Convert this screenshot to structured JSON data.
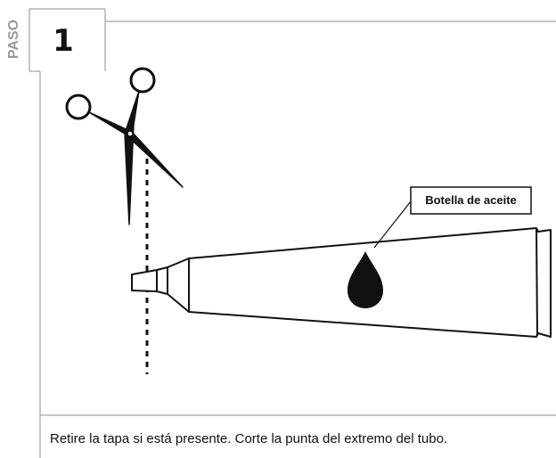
{
  "step": {
    "side_label": "PASO",
    "number": "1"
  },
  "callout": {
    "label": "Botella de aceite"
  },
  "instruction": {
    "text": "Retire la tapa si está presente. Corte la punta del extremo del tubo."
  },
  "icons": [
    "scissors-icon",
    "oil-drop-icon",
    "tube-icon"
  ],
  "colors": {
    "line": "#111111",
    "frame": "#8c8c8c",
    "background": "#ffffff"
  }
}
